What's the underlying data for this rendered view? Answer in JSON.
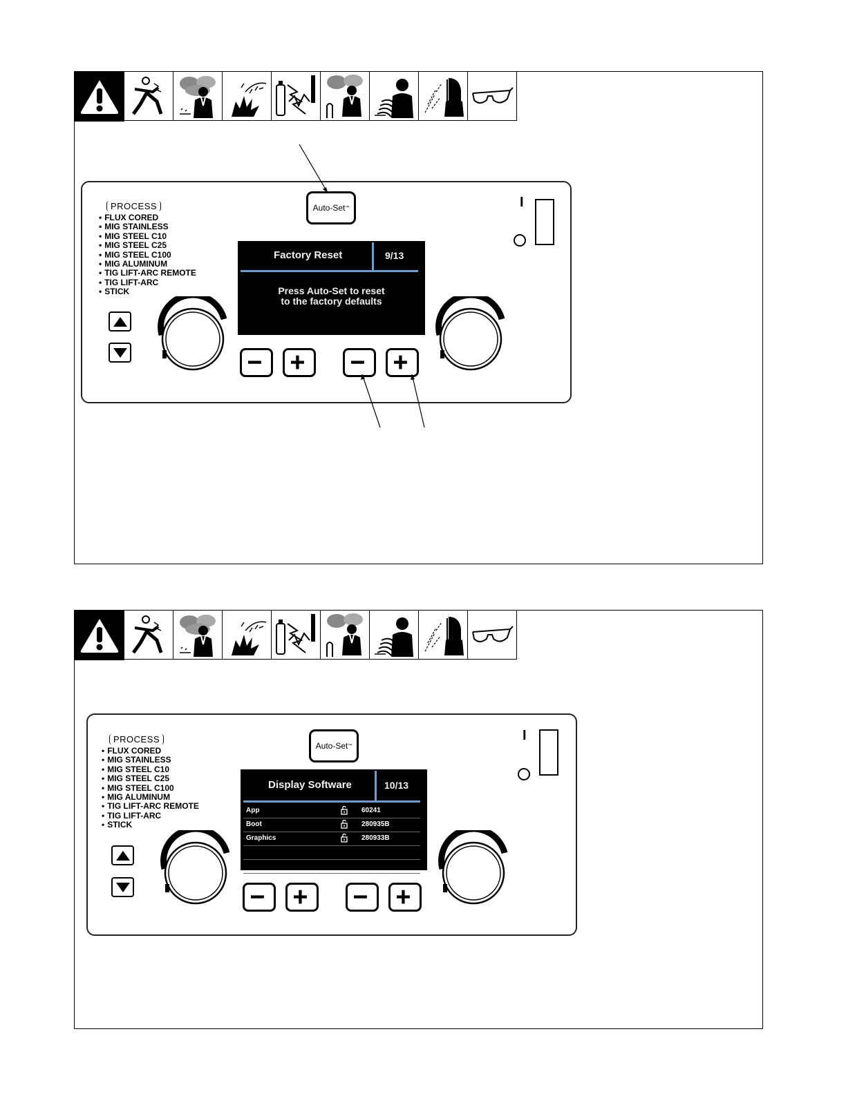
{
  "figure1": {
    "process_title": "PROCESS",
    "processes": [
      "FLUX CORED",
      "MIG STAINLESS",
      "MIG STEEL C10",
      "MIG STEEL C25",
      "MIG STEEL C100",
      "MIG ALUMINUM",
      "TIG LIFT-ARC REMOTE",
      "TIG LIFT-ARC",
      "STICK"
    ],
    "autoset_label": "Auto-Set",
    "autoset_tm": "™",
    "screen": {
      "title": "Factory Reset",
      "page": "9/13",
      "message_line1": "Press Auto-Set to reset",
      "message_line2": "to the factory defaults"
    },
    "switch_on": "I"
  },
  "figure2": {
    "process_title": "PROCESS",
    "processes": [
      "FLUX CORED",
      "MIG STAINLESS",
      "MIG STEEL C10",
      "MIG STEEL C25",
      "MIG STEEL C100",
      "MIG ALUMINUM",
      "TIG LIFT-ARC REMOTE",
      "TIG LIFT-ARC",
      "STICK"
    ],
    "autoset_label": "Auto-Set",
    "autoset_tm": "™",
    "screen": {
      "title": "Display Software",
      "page": "10/13",
      "rows": [
        {
          "name": "App",
          "value": "60241"
        },
        {
          "name": "Boot",
          "value": "280935B"
        },
        {
          "name": "Graphics",
          "value": "280933B"
        }
      ]
    },
    "switch_on": "I"
  },
  "hazard_icons": [
    "warning-triangle-icon",
    "electric-shock-icon",
    "fumes-gases-icon",
    "arc-rays-explosion-icon",
    "cylinder-explosion-icon",
    "fumes-cylinder-icon",
    "electromagnetic-field-icon",
    "welding-helmet-sparks-icon",
    "safety-glasses-icon"
  ],
  "colors": {
    "screen_bg": "#000000",
    "screen_accent": "#6a9fd4",
    "screen_text": "#f2f2f2"
  }
}
